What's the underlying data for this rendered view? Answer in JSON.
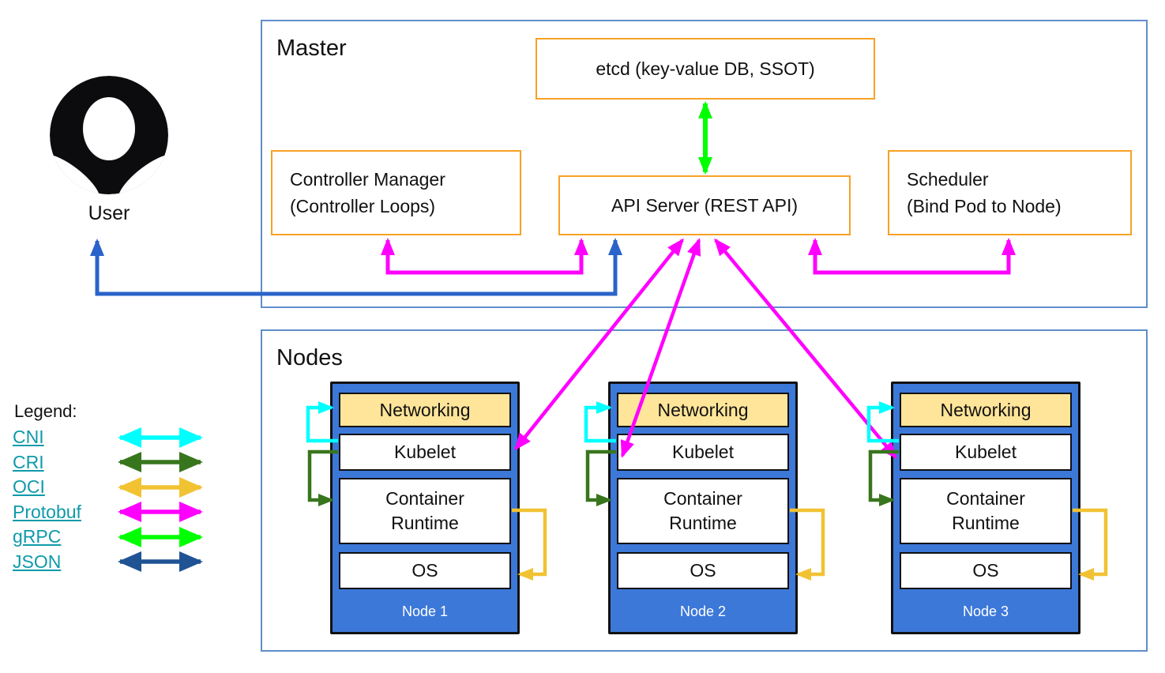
{
  "colors": {
    "container_border": "#5f8dc9",
    "component_border_orange": "#f7a125",
    "node_fill_blue": "#3c78d8",
    "networking_fill_yellow": "#ffe599",
    "link_teal": "#0f9aaa",
    "cni": "#00ffff",
    "cri": "#38761d",
    "oci": "#f1c232",
    "protobuf": "#ff00ff",
    "grpc": "#00ff00",
    "json": "#1f5394",
    "user_arrow": "#2a63c9"
  },
  "user": {
    "label": "User"
  },
  "master": {
    "title": "Master",
    "etcd": {
      "label": "etcd (key-value DB, SSOT)"
    },
    "controller_manager": {
      "line1": "Controller Manager",
      "line2": "(Controller Loops)"
    },
    "api_server": {
      "label": "API Server (REST API)"
    },
    "scheduler": {
      "line1": "Scheduler",
      "line2": "(Bind Pod to Node)"
    }
  },
  "nodes": {
    "title": "Nodes",
    "components": {
      "networking": "Networking",
      "kubelet": "Kubelet",
      "runtime": "Container Runtime",
      "os": "OS"
    },
    "items": [
      {
        "label": "Node 1"
      },
      {
        "label": "Node 2"
      },
      {
        "label": "Node 3"
      }
    ]
  },
  "legend": {
    "title": "Legend:",
    "items": [
      {
        "label": "CNI"
      },
      {
        "label": "CRI"
      },
      {
        "label": "OCI"
      },
      {
        "label": "Protobuf"
      },
      {
        "label": "gRPC"
      },
      {
        "label": "JSON"
      }
    ]
  }
}
